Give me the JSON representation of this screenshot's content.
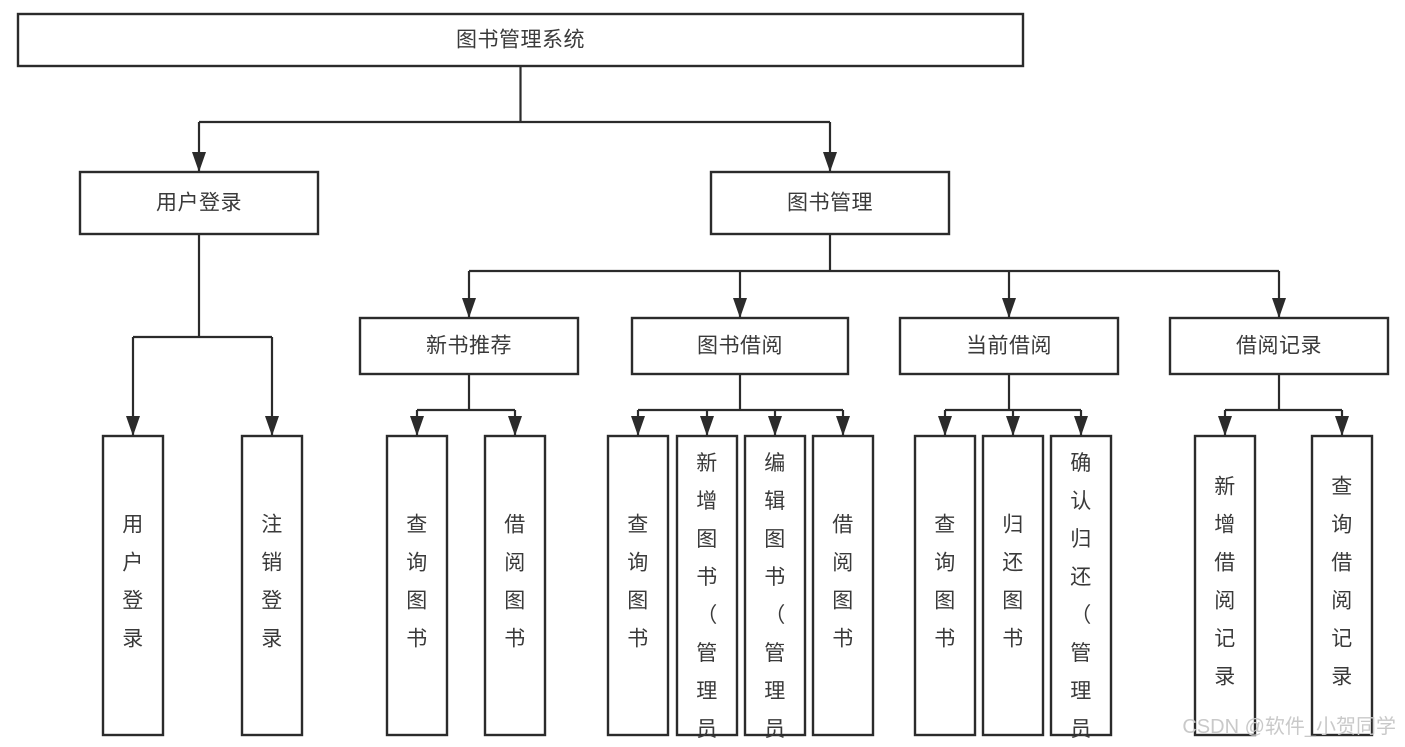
{
  "diagram": {
    "title": "图书管理系统",
    "type": "hierarchy-tree",
    "orientation": "top-down",
    "colors": {
      "background": "#ffffff",
      "box_fill": "#ffffff",
      "box_stroke": "#2b2b2b",
      "text": "#3a3a3a",
      "connector": "#2b2b2b",
      "watermark": "#c9c9c9"
    },
    "levels": [
      {
        "level": 1,
        "nodes": [
          {
            "id": "root",
            "label": "图书管理系统",
            "orientation": "horizontal"
          }
        ]
      },
      {
        "level": 2,
        "nodes": [
          {
            "id": "user-login",
            "label": "用户登录",
            "orientation": "horizontal",
            "parent": "root"
          },
          {
            "id": "book-manage",
            "label": "图书管理",
            "orientation": "horizontal",
            "parent": "root"
          }
        ]
      },
      {
        "level": 3,
        "nodes": [
          {
            "id": "new-book-rec",
            "label": "新书推荐",
            "orientation": "horizontal",
            "parent": "book-manage"
          },
          {
            "id": "book-borrow",
            "label": "图书借阅",
            "orientation": "horizontal",
            "parent": "book-manage"
          },
          {
            "id": "current-borrow",
            "label": "当前借阅",
            "orientation": "horizontal",
            "parent": "book-manage"
          },
          {
            "id": "borrow-record",
            "label": "借阅记录",
            "orientation": "horizontal",
            "parent": "book-manage"
          }
        ]
      },
      {
        "level": 4,
        "nodes": [
          {
            "id": "leaf-user-login",
            "label": "用户登录",
            "orientation": "vertical",
            "parent": "user-login"
          },
          {
            "id": "leaf-user-logout",
            "label": "注销登录",
            "orientation": "vertical",
            "parent": "user-login"
          },
          {
            "id": "leaf-query-book-1",
            "label": "查询图书",
            "orientation": "vertical",
            "parent": "new-book-rec"
          },
          {
            "id": "leaf-borrow-book-1",
            "label": "借阅图书",
            "orientation": "vertical",
            "parent": "new-book-rec"
          },
          {
            "id": "leaf-query-book-2",
            "label": "查询图书",
            "orientation": "vertical",
            "parent": "book-borrow"
          },
          {
            "id": "leaf-add-book",
            "label": "新增图书（管理员）",
            "orientation": "vertical",
            "parent": "book-borrow"
          },
          {
            "id": "leaf-edit-book",
            "label": "编辑图书（管理员）",
            "orientation": "vertical",
            "parent": "book-borrow"
          },
          {
            "id": "leaf-borrow-book-2",
            "label": "借阅图书",
            "orientation": "vertical",
            "parent": "book-borrow"
          },
          {
            "id": "leaf-query-book-3",
            "label": "查询图书",
            "orientation": "vertical",
            "parent": "current-borrow"
          },
          {
            "id": "leaf-return-book",
            "label": "归还图书",
            "orientation": "vertical",
            "parent": "current-borrow"
          },
          {
            "id": "leaf-confirm-return",
            "label": "确认归还（管理员）",
            "orientation": "vertical",
            "parent": "current-borrow"
          },
          {
            "id": "leaf-add-record",
            "label": "新增借阅记录",
            "orientation": "vertical",
            "parent": "borrow-record"
          },
          {
            "id": "leaf-query-record",
            "label": "查询借阅记录",
            "orientation": "vertical",
            "parent": "borrow-record"
          }
        ]
      }
    ]
  },
  "watermark": {
    "text": "CSDN @软件_小贺同学"
  }
}
